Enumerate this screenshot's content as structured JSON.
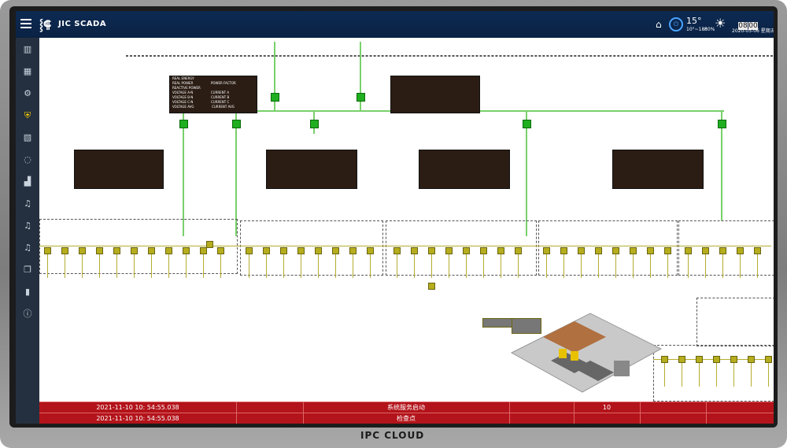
{
  "app": {
    "logo": "⸾⸿",
    "title": "JIC SCADA"
  },
  "header": {
    "temperature": "15°",
    "temp_range": "10°~18°",
    "humidity": "80%",
    "time_hour": "08",
    "time_minute": "00",
    "date": "2020-05-06 星期五"
  },
  "sidebar": {
    "items": [
      "chart-bar",
      "map",
      "settings",
      "shield",
      "map-fold",
      "bulb",
      "factory",
      "bell",
      "bell",
      "bell",
      "copy",
      "bar-chart",
      "info"
    ]
  },
  "alarms": [
    {
      "time": "2021-11-10 10:  54:55.038",
      "message": "系统服务启动",
      "value": "10"
    },
    {
      "time": "2021-11-10 10:  54:55.038",
      "message": "检查点",
      "value": ""
    }
  ],
  "panels": [
    {
      "energy": "REAL ENERGY",
      "power": "REAL POWER",
      "reactive": "REACTIVE POWER",
      "pf": "POWER FACTOR",
      "va": "VOLTAGE A-N",
      "vb": "VOLTAGE B-N",
      "vc": "VOLTAGE C-N",
      "vavg": "VOLTAGE AVG",
      "ia": "CURRENT A",
      "ib": "CURRENT B",
      "ic": "CURRENT C",
      "iavg": "CURRENT AVG"
    }
  ],
  "brand": {
    "text": "IPC CLOUD"
  },
  "colors": {
    "header": "#0d2a52",
    "sidebar": "#24303f",
    "alarm": "#b3131a",
    "bus": "#79d06b",
    "feeder": "#b6ad2f"
  }
}
